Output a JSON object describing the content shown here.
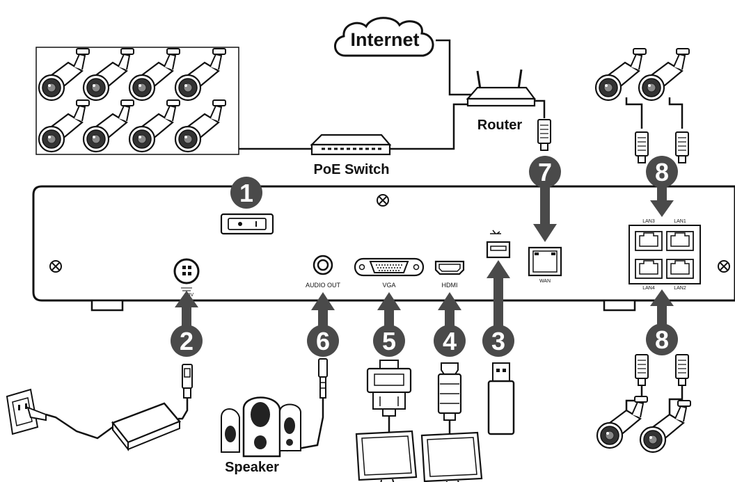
{
  "labels": {
    "internet": "Internet",
    "router": "Router",
    "poe_switch": "PoE Switch",
    "speaker": "Speaker"
  },
  "ports": {
    "power": "48V",
    "audio_out": "AUDIO OUT",
    "vga": "VGA",
    "hdmi": "HDMI",
    "wan": "WAN",
    "lan1": "LAN1",
    "lan2": "LAN2",
    "lan3": "LAN3",
    "lan4": "LAN4"
  },
  "steps": {
    "s1": "1",
    "s2": "2",
    "s3": "3",
    "s4": "4",
    "s5": "5",
    "s6": "6",
    "s7": "7",
    "s8a": "8",
    "s8b": "8"
  },
  "colors": {
    "line": "#111111",
    "badge": "#4a4a4a",
    "panel": "#ffffff"
  },
  "icons": [
    "bullet-camera-icon",
    "router-icon",
    "switch-icon",
    "power-adapter-icon",
    "wall-outlet-icon",
    "speaker-icon",
    "monitor-icon",
    "usb-drive-icon",
    "rj45-plug-icon",
    "screw-icon"
  ]
}
